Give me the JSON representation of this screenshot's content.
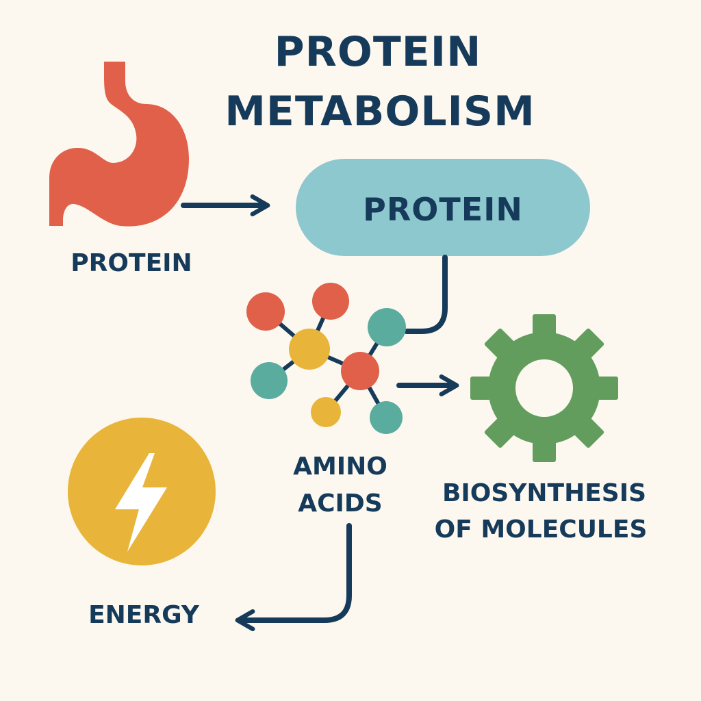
{
  "title": {
    "line1": "PROTEIN",
    "line2": "METABOLISM"
  },
  "nodes": {
    "dietary_protein": {
      "label": "PROTEIN",
      "icon": "stomach-icon"
    },
    "protein_pill": {
      "label": "PROTEIN"
    },
    "amino_acids": {
      "line1": "AMINO",
      "line2": "ACIDS",
      "icon": "molecule-icon"
    },
    "biosynthesis": {
      "line1": "BIOSYNTHESIS",
      "line2": "OF MOLECULES",
      "icon": "gear-icon"
    },
    "energy": {
      "label": "ENERGY",
      "icon": "lightning-bolt-icon"
    }
  },
  "colors": {
    "background": "#fcf8ef",
    "text": "#163a5a",
    "stomach": "#e0604a",
    "pill": "#8ec8cf",
    "atom_red": "#e0604a",
    "atom_yellow": "#e8b53a",
    "atom_teal": "#5aac9f",
    "gear": "#629d5e",
    "energy": "#e8b53a"
  }
}
